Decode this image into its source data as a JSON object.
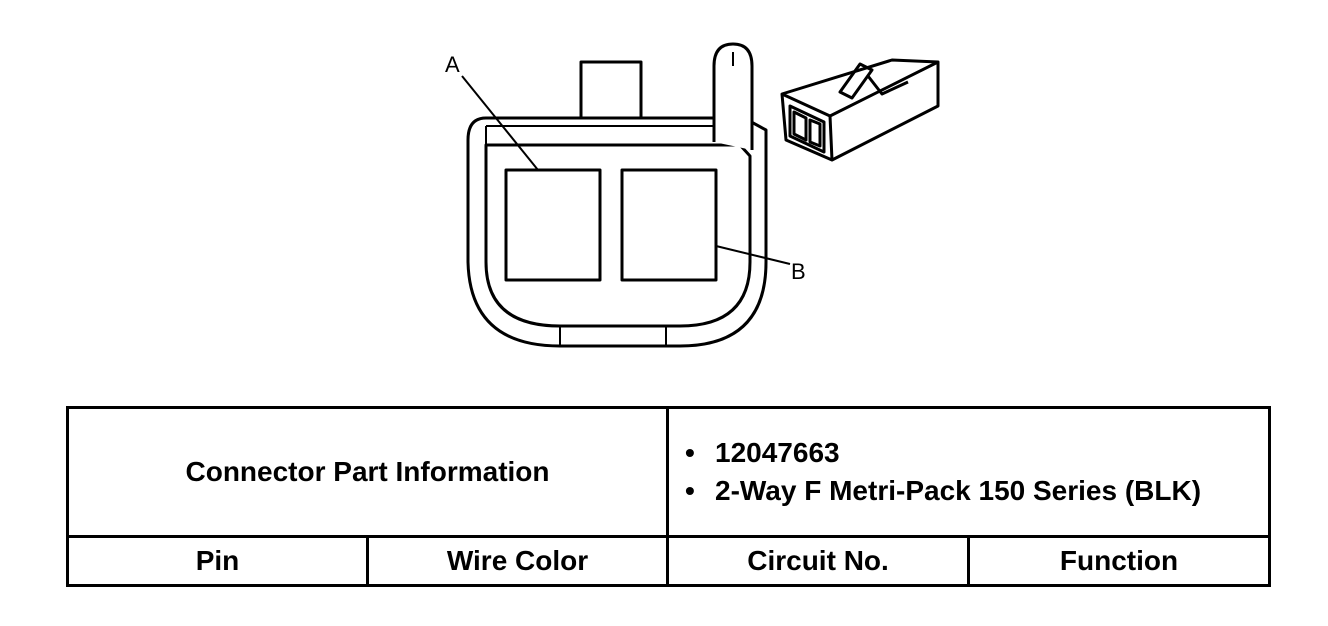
{
  "diagram": {
    "callouts": {
      "a": "A",
      "b": "B"
    }
  },
  "table": {
    "title": "Connector Part Information",
    "details": [
      "12047663",
      "2-Way F Metri-Pack 150 Series (BLK)"
    ],
    "columns": [
      "Pin",
      "Wire Color",
      "Circuit No.",
      "Function"
    ]
  }
}
